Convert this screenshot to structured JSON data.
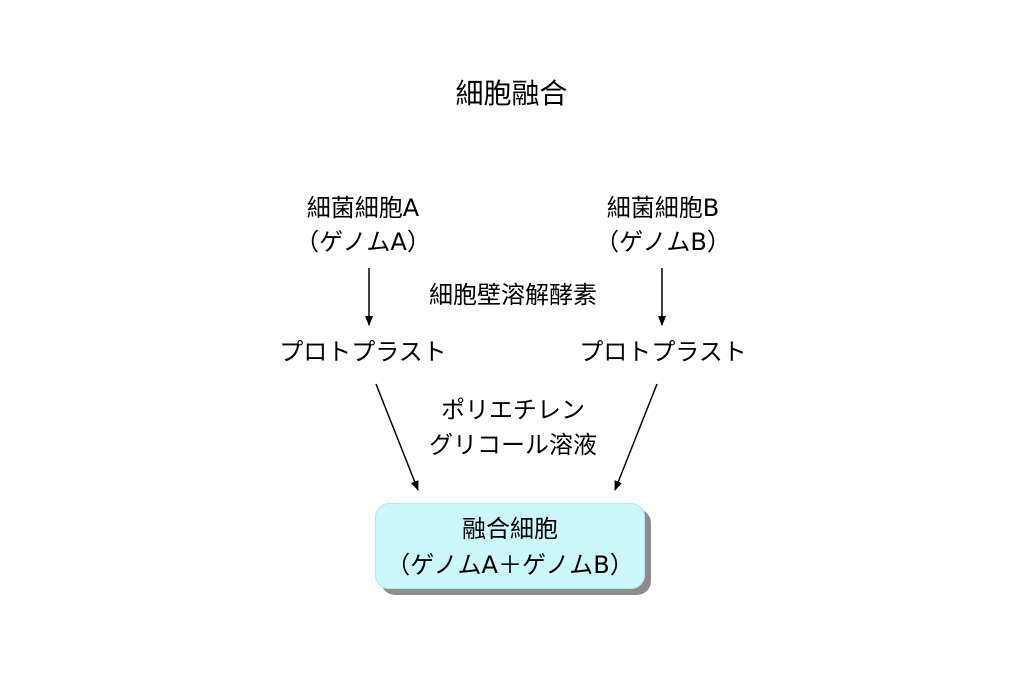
{
  "title": "細胞融合",
  "cell_a": {
    "name": "細菌細胞A",
    "genome": "（ゲノムA）"
  },
  "cell_b": {
    "name": "細菌細胞B",
    "genome": "（ゲノムB）"
  },
  "enzyme_label": "細胞壁溶解酵素",
  "protoplast_a": "プロトプラスト",
  "protoplast_b": "プロトプラスト",
  "fusion_agent": {
    "line1": "ポリエチレン",
    "line2": "グリコール溶液"
  },
  "fused_cell": {
    "name": "融合細胞",
    "genome": "（ゲノムA＋ゲノムB）"
  },
  "colors": {
    "fused_fill": "#ccf7fb",
    "fused_shadow": "#8c8c8c"
  }
}
